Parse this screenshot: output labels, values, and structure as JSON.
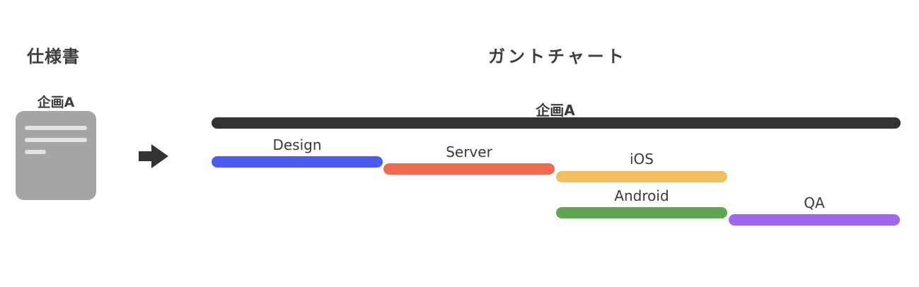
{
  "spec": {
    "heading": "仕様書",
    "document_label": "企画A"
  },
  "gantt": {
    "heading": "ガントチャート",
    "project": {
      "label": "企画A",
      "color": "#333333"
    },
    "tasks": [
      {
        "label": "Design",
        "color": "#4a5cf0"
      },
      {
        "label": "Server",
        "color": "#ef6a4f"
      },
      {
        "label": "iOS",
        "color": "#f1bf5f"
      },
      {
        "label": "Android",
        "color": "#60a652"
      },
      {
        "label": "QA",
        "color": "#a165f0"
      }
    ]
  },
  "icons": {
    "arrow": "right-arrow-icon",
    "document": "document-icon"
  }
}
